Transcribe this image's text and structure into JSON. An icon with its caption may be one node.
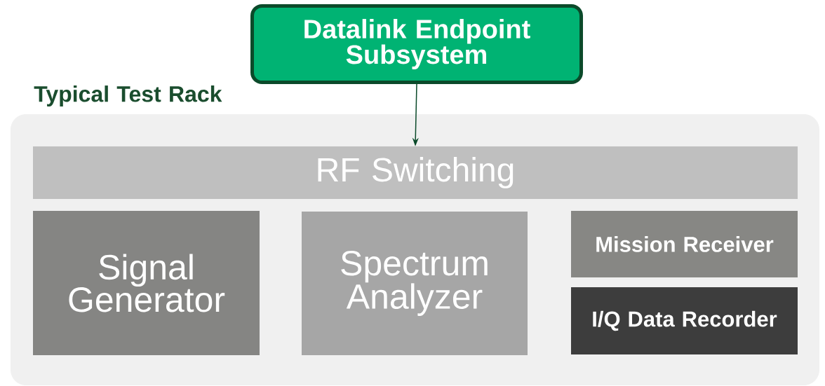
{
  "diagram": {
    "nodes": [
      {
        "text": [
          "Datalink Endpoint Subsystem"
        ]
      },
      {
        "text": [
          "Typical Test Rack"
        ]
      },
      {
        "text": [
          "RF Switching"
        ],
        "in": 1
      },
      {
        "text": [
          "Signal Generator"
        ],
        "in": 1
      },
      {
        "text": [
          "Spectrum Analyzer"
        ],
        "in": 1
      },
      {
        "text": [
          "Mission Receiver"
        ],
        "in": 1
      },
      {
        "text": [
          "I/Q Data Recorder"
        ],
        "in": 1
      }
    ],
    "edges": [
      {
        "from": 0,
        "to": 2,
        "arrow": "to"
      }
    ]
  }
}
